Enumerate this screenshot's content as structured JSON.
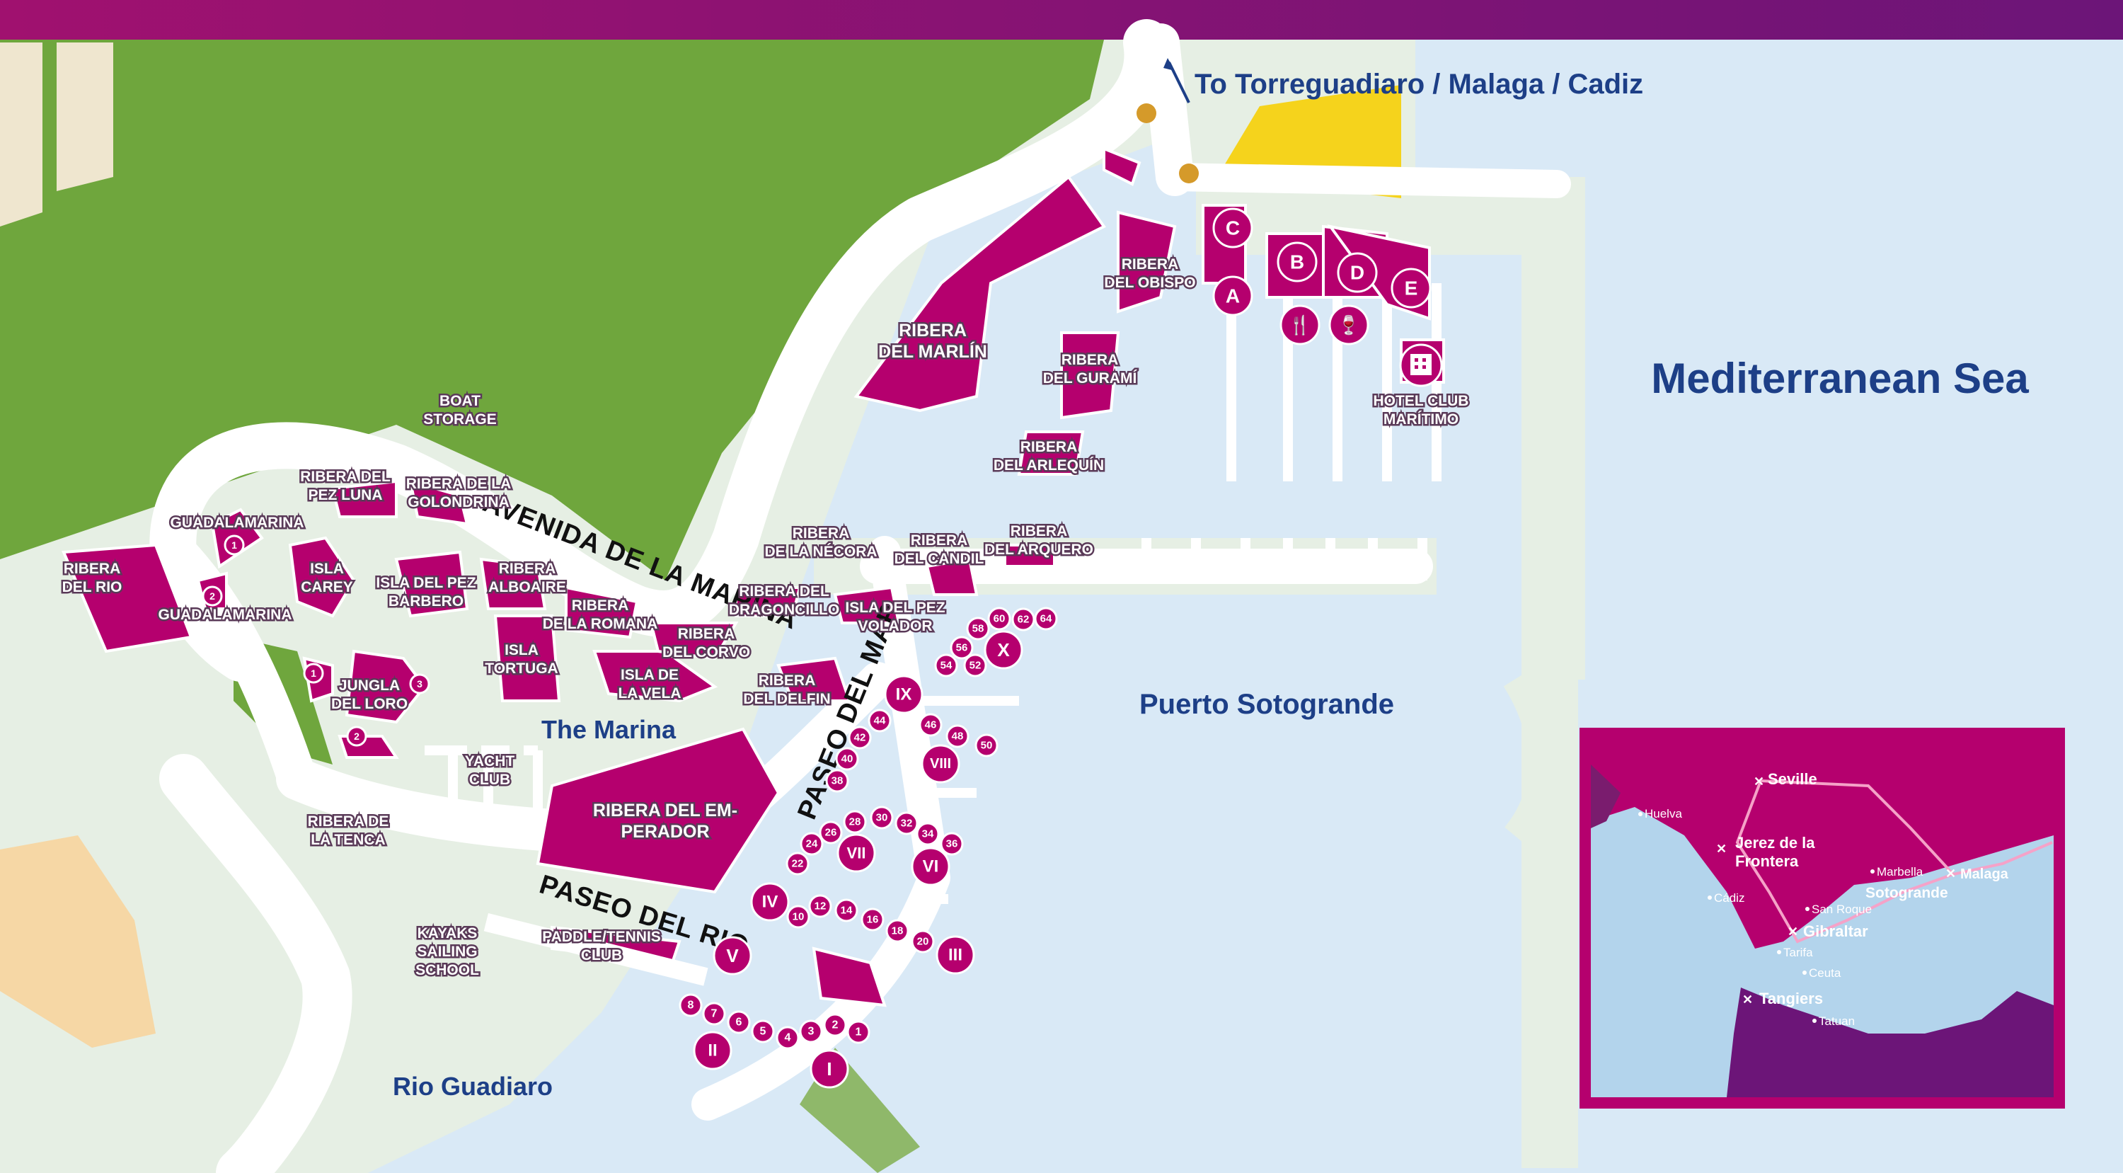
{
  "colors": {
    "water": "#d9e9f6",
    "land": "#e6efe4",
    "road": "#ffffff",
    "park": "#6fa63d",
    "building": "#b5006e",
    "beach": "#f5d31c",
    "label_water": "#1d3f87",
    "header_gradient": [
      "#a0116f",
      "#6c1578"
    ]
  },
  "header": {
    "destination": "To Torreguadiaro / Malaga / Cadiz"
  },
  "water_labels": {
    "sea": "Mediterranean Sea",
    "port": "Puerto Sotogrande",
    "marina": "The Marina",
    "river": "Rio Guadiaro"
  },
  "roads": {
    "avenida": "AVENIDA DE LA MARINA",
    "paseo_mar": "PASEO DEL MAR",
    "paseo_rio": "PASEO DEL RIO"
  },
  "places": {
    "boat_storage": [
      "BOAT",
      "STORAGE"
    ],
    "ribera_del_rio": [
      "RIBERA",
      "DEL RIO"
    ],
    "guadalamarina_1": "GUADALAMARINA",
    "guadalamarina_2": "GUADALAMARINA",
    "pez_luna": [
      "RIBERA DEL",
      "PEZ LUNA"
    ],
    "golondrina": [
      "RIBERA DE LA",
      "GOLONDRINA"
    ],
    "isla_carey": [
      "ISLA",
      "CAREY"
    ],
    "pez_barbero": [
      "ISLA DEL PEZ",
      "BARBERO"
    ],
    "alboaire": [
      "RIBERA",
      "ALBOAIRE"
    ],
    "la_romana": [
      "RIBERA",
      "DE LA ROMANA"
    ],
    "isla_tortuga": [
      "ISLA",
      "TORTUGA"
    ],
    "isla_vela": [
      "ISLA DE",
      "LA VELA"
    ],
    "del_corvo": [
      "RIBERA",
      "DEL CORVO"
    ],
    "jungla_loro": [
      "JUNGLA",
      "DEL LORO"
    ],
    "yacht_club": [
      "YACHT",
      "CLUB"
    ],
    "la_tenca": [
      "RIBERA DE",
      "LA TENCA"
    ],
    "kayaks": [
      "KAYAKS",
      "SAILING",
      "SCHOOL"
    ],
    "paddle": [
      "PADDLE/TENNIS",
      "CLUB"
    ],
    "emperador": [
      "RIBERA DEL EM-",
      "PERADOR"
    ],
    "delfin": [
      "RIBERA",
      "DEL DELFIN"
    ],
    "dragoncillo": [
      "RIBERA DEL",
      "DRAGONCILLO"
    ],
    "pez_volador": [
      "ISLA DEL PEZ",
      "VOLADOR"
    ],
    "necora": [
      "RIBERA",
      "DE LA NÉCORA"
    ],
    "candil": [
      "RIBERA",
      "DEL CANDIL"
    ],
    "arquero": [
      "RIBERA",
      "DEL ARQUERO"
    ],
    "marlin": [
      "RIBERA",
      "DEL MARLÍN"
    ],
    "obispo": [
      "RIBERA",
      "DEL OBISPO"
    ],
    "gurami": [
      "RIBERA",
      "DEL GURAMÍ"
    ],
    "arlequin": [
      "RIBERA",
      "DEL ARLEQUÍN"
    ],
    "hotel": [
      "HOTEL CLUB",
      "MARÍTIMO"
    ]
  },
  "letter_badges": [
    "A",
    "B",
    "C",
    "D",
    "E"
  ],
  "roman_badges": [
    "I",
    "II",
    "III",
    "IV",
    "V",
    "VI",
    "VII",
    "VIII",
    "IX",
    "X"
  ],
  "number_badges": [
    "1",
    "2",
    "3",
    "4",
    "5",
    "6",
    "7",
    "8",
    "10",
    "12",
    "14",
    "16",
    "18",
    "20",
    "22",
    "24",
    "26",
    "28",
    "30",
    "32",
    "34",
    "36",
    "38",
    "40",
    "42",
    "44",
    "46",
    "48",
    "50",
    "52",
    "54",
    "56",
    "58",
    "60",
    "62",
    "64"
  ],
  "small_badges": [
    "1",
    "2",
    "1",
    "2",
    "3"
  ],
  "icons": [
    "restaurant-icon",
    "bar-icon",
    "hotel-icon",
    "arrow-icon",
    "airport-icon"
  ],
  "inset": {
    "cities_major": [
      "Seville",
      "Jerez de la",
      "Frontera",
      "Malaga",
      "Sotogrande",
      "Gibraltar",
      "Tangiers"
    ],
    "cities_minor": [
      "Huelva",
      "Cádiz",
      "Marbella",
      "San Roque",
      "Tarifa",
      "Ceuta",
      "Tatuan"
    ]
  }
}
